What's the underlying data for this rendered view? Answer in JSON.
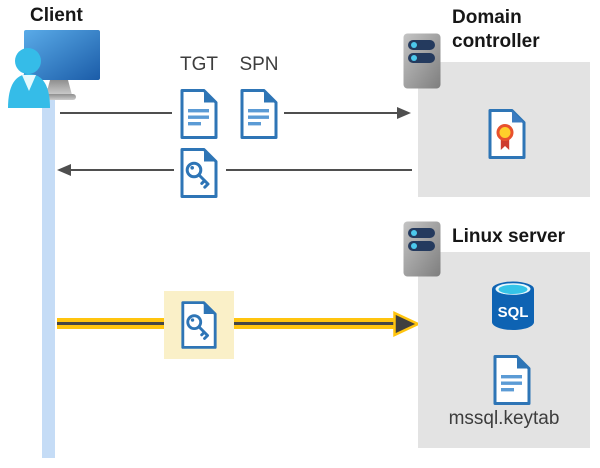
{
  "client": {
    "label": "Client"
  },
  "domain_controller": {
    "label": "Domain controller"
  },
  "linux_server": {
    "label": "Linux server",
    "sql_badge": "SQL",
    "keytab_label": "mssql.keytab"
  },
  "tickets": {
    "tgt": "TGT",
    "spn": "SPN"
  },
  "flows": [
    {
      "name": "ticket-request",
      "from": "client",
      "to": "domain-controller",
      "style": "gray-arrow",
      "items": [
        "TGT document",
        "SPN document"
      ]
    },
    {
      "name": "ticket-response",
      "from": "domain-controller",
      "to": "client",
      "style": "gray-arrow",
      "items": [
        "key document"
      ]
    },
    {
      "name": "service-ticket-delivery",
      "from": "client",
      "to": "linux-server",
      "style": "yellow-highlight-arrow",
      "items": [
        "key document highlighted"
      ]
    }
  ],
  "colors": {
    "document_blue": "#2e75b6",
    "document_line_blue": "#5b9bd5",
    "panel_gray": "#e3e3e3",
    "arrow_gray": "#4f4f4f",
    "highlight_yellow": "#ffc40e",
    "highlight_box_cream": "#faf0c8",
    "client_timeline_blue": "#c5dcf6",
    "person_cyan": "#35bce8",
    "server_pill_navy": "#243a5e",
    "sql_cylinder_blue": "#0e63b3",
    "medal_yellow": "#ffd02b",
    "medal_red": "#ce3b2f"
  }
}
